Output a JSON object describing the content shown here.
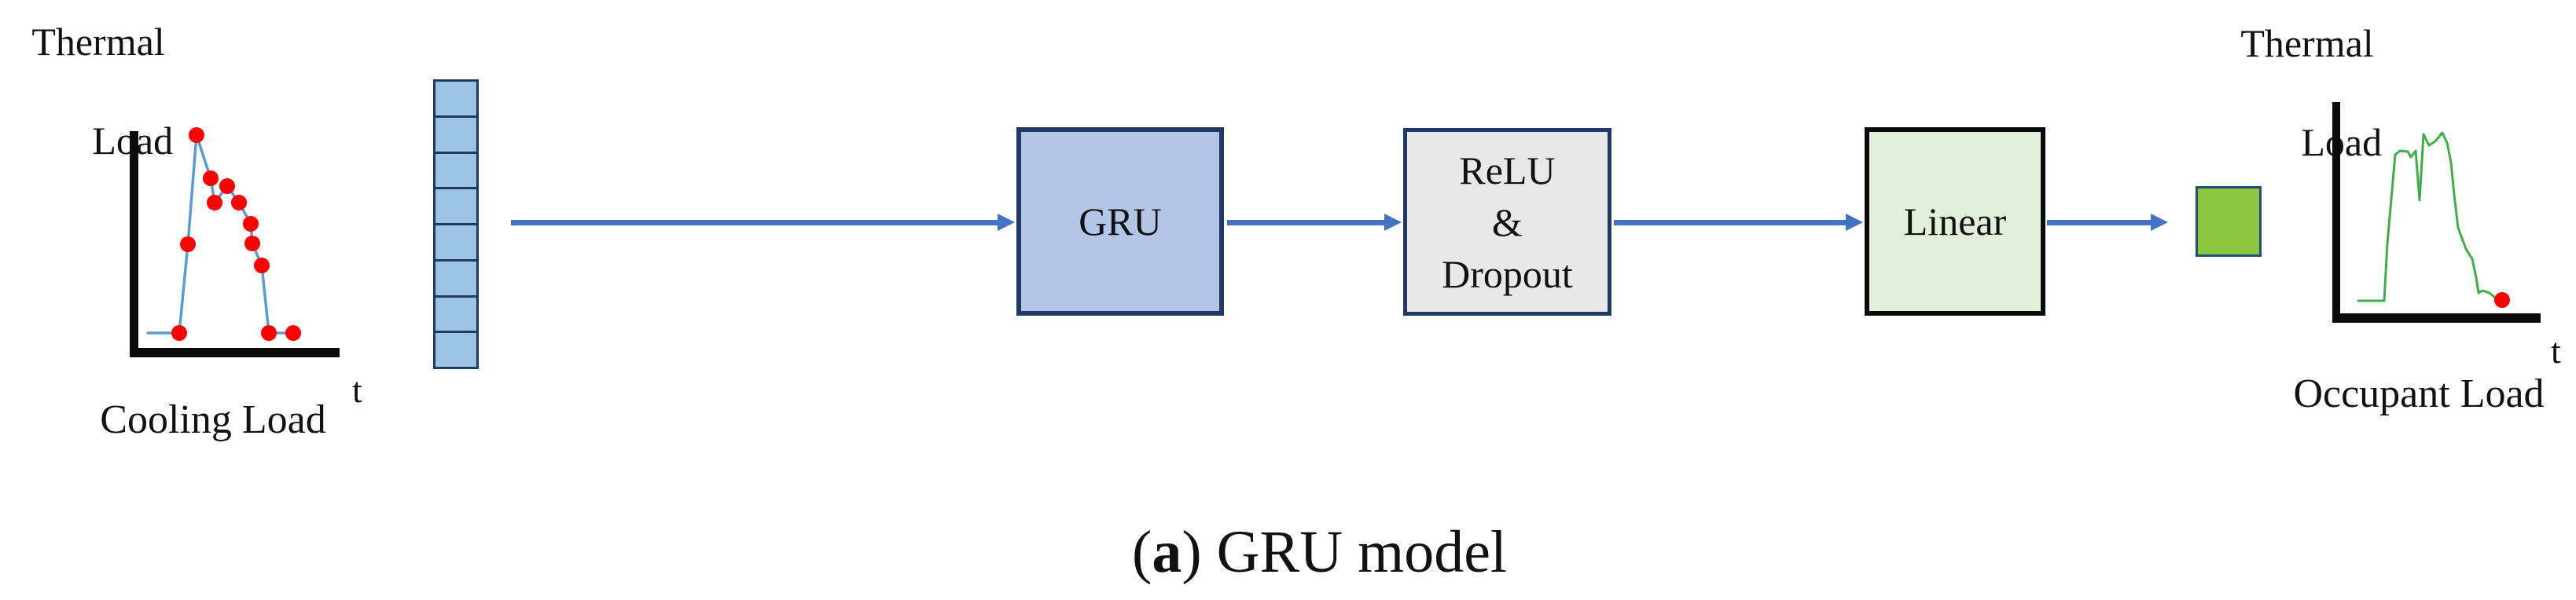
{
  "colors": {
    "arrow": "#4472C4",
    "axis": "#0b0b0b",
    "text": "#111111",
    "cell_fill": "#9DC3E6",
    "cell_border": "#1F3864",
    "gru_fill": "#B4C6E7",
    "gru_border": "#1F3864",
    "relu_fill": "#E8E8E8",
    "relu_border": "#203864",
    "linear_fill": "#E2EFDA",
    "linear_border": "#0b0b0b",
    "output_fill": "#8CC63F",
    "output_border": "#1F4E79"
  },
  "vector": {
    "cells": 8
  },
  "blocks": {
    "gru": {
      "label": "GRU"
    },
    "relu": {
      "lines": [
        "ReLU",
        "&",
        "Dropout"
      ]
    },
    "linear": {
      "label": "Linear"
    }
  },
  "caption": {
    "open": "(",
    "letter": "a",
    "rest": ") GRU model"
  },
  "charts": [
    {
      "name": "input",
      "type": "scatter-line",
      "ylabel_lines": [
        "Thermal",
        "Load"
      ],
      "xlabel": "Cooling Load",
      "t_label": "t",
      "line_color": "#5B9BD5",
      "line_width": 3.5,
      "marker_color": "#FF0000",
      "marker_radius": 10,
      "axis": {
        "v": [
          165,
          167,
          11,
          288
        ],
        "h": [
          165,
          443,
          267,
          12
        ]
      },
      "line_points": [
        [
          188,
          424
        ],
        [
          228,
          424
        ],
        [
          239,
          311
        ],
        [
          250,
          172
        ],
        [
          268,
          227
        ],
        [
          273,
          258
        ],
        [
          289,
          237
        ],
        [
          304,
          258
        ],
        [
          319,
          285
        ],
        [
          321,
          310
        ],
        [
          333,
          338
        ],
        [
          342,
          424
        ],
        [
          373,
          424
        ]
      ],
      "markers": [
        [
          228,
          424
        ],
        [
          239,
          311
        ],
        [
          250,
          172
        ],
        [
          268,
          227
        ],
        [
          273,
          258
        ],
        [
          289,
          237
        ],
        [
          304,
          258
        ],
        [
          319,
          285
        ],
        [
          321,
          310
        ],
        [
          333,
          338
        ],
        [
          342,
          424
        ],
        [
          373,
          424
        ]
      ]
    },
    {
      "name": "output",
      "type": "line",
      "ylabel_lines": [
        "Thermal",
        "Load"
      ],
      "xlabel": "Occupant Load",
      "t_label": "t",
      "line_color": "#3FAE49",
      "line_width": 3,
      "marker_color": "#FF0000",
      "marker_radius": 10,
      "axis": {
        "v": [
          2967,
          130,
          10,
          281
        ],
        "h": [
          2967,
          399,
          265,
          12
        ]
      },
      "line_points": [
        [
          3000,
          383
        ],
        [
          3033,
          383
        ],
        [
          3037,
          310
        ],
        [
          3047,
          197
        ],
        [
          3053,
          192
        ],
        [
          3063,
          193
        ],
        [
          3067,
          200
        ],
        [
          3073,
          192
        ],
        [
          3078,
          255
        ],
        [
          3083,
          171
        ],
        [
          3090,
          185
        ],
        [
          3098,
          180
        ],
        [
          3107,
          169
        ],
        [
          3113,
          182
        ],
        [
          3118,
          207
        ],
        [
          3122,
          248
        ],
        [
          3127,
          290
        ],
        [
          3137,
          317
        ],
        [
          3145,
          330
        ],
        [
          3150,
          353
        ],
        [
          3153,
          373
        ],
        [
          3158,
          370
        ],
        [
          3167,
          373
        ],
        [
          3174,
          379
        ],
        [
          3180,
          381
        ]
      ],
      "markers": [
        [
          3183,
          382
        ]
      ]
    }
  ]
}
